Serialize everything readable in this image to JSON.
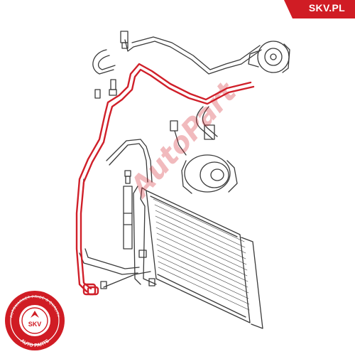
{
  "brand": {
    "name": "SKV.PL"
  },
  "watermark": {
    "text": "AutoPart"
  },
  "seal": {
    "ring_text": "AUTOMARKET PRICE & QUALITY",
    "center_text": "SKV",
    "bottom_text": "AUTO PARTS"
  },
  "colors": {
    "brand_red": "#d01c24",
    "highlight_hose": "#d0202a",
    "line_art": "#3a3a3a"
  },
  "icons": {
    "seal": "round-seal-icon"
  }
}
